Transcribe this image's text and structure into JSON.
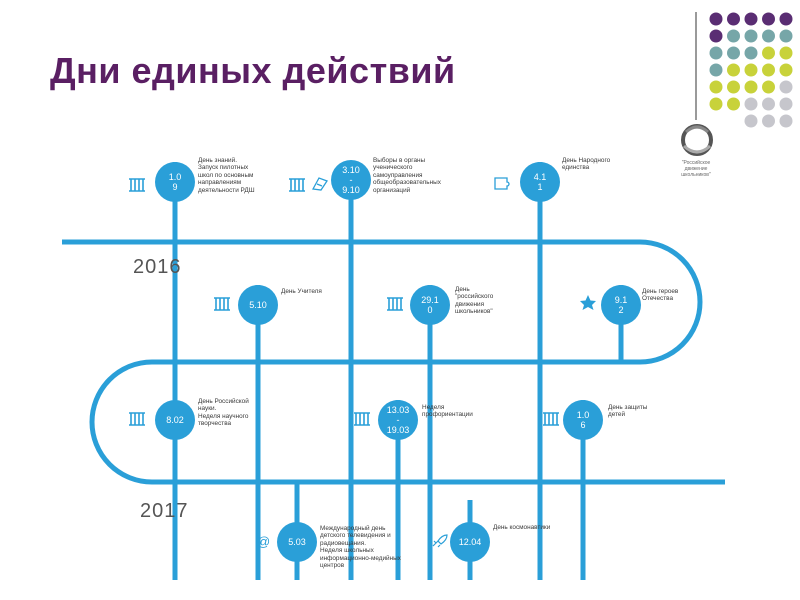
{
  "title": "Дни единых действий",
  "logo": {
    "text": "\"Российское\n движение\n школьников\""
  },
  "colors": {
    "line": "#2a9fd8",
    "title": "#5a1f63",
    "dot_purple": "#5a2d73",
    "dot_teal": "#76a6a8",
    "dot_lime": "#c8d23a",
    "dot_gray": "#c6c6cc"
  },
  "years": {
    "y2016": "2016",
    "y2017": "2017"
  },
  "events": [
    {
      "date": "1.0\n9",
      "text": "День знаний.\nЗапуск пилотных\nшкол по основным\nнаправлениям\nдеятельности РДШ",
      "icon": "pillar-icon"
    },
    {
      "date": "3.10\n-\n9.10",
      "text": "Выборы в органы\nученического\nсамоуправления\nобщеобразовательных\nорганизаций",
      "icon": "ballot-icon"
    },
    {
      "date": "4.1\n1",
      "text": "День Народного\nединства",
      "icon": "puzzle-icon"
    },
    {
      "date": "5.10",
      "text": "День Учителя",
      "icon": "pillar-icon"
    },
    {
      "date": "29.1\n0",
      "text": "День\n\"российского\nдвижения\nшкольников\"",
      "icon": "pillar-icon"
    },
    {
      "date": "9.1\n2",
      "text": "День героев\nОтечества",
      "icon": "star-icon"
    },
    {
      "date": "8.02",
      "text": "День Российской\nнауки.\nНеделя научного\nтворчества",
      "icon": "pillar-icon"
    },
    {
      "date": "13.03\n-\n19.03",
      "text": "Неделя\nпрофориентации",
      "icon": "pillar-icon"
    },
    {
      "date": "1.0\n6",
      "text": "День защиты\nдетей",
      "icon": "pillar-icon"
    },
    {
      "date": "5.03",
      "text": "Международный день\nдетского телевидения и\nрадиовещания.\nНеделя школьных\nинформационно-медийных\nцентров",
      "icon": "at-icon"
    },
    {
      "date": "12.04",
      "text": "День космонавтики",
      "icon": "rocket-icon"
    }
  ]
}
